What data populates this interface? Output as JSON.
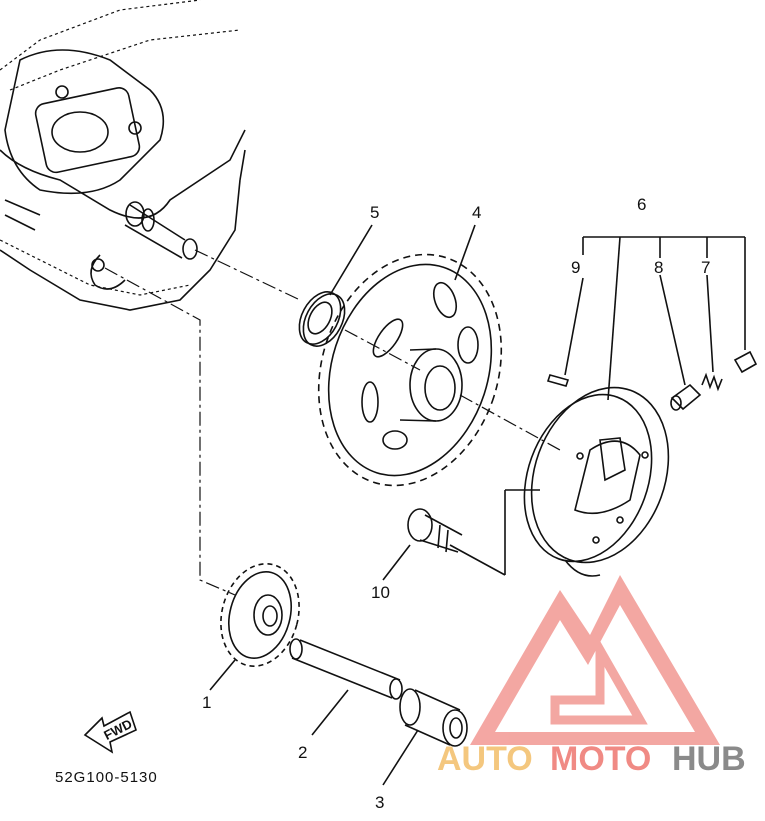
{
  "diagram": {
    "part_code": "52G100-5130",
    "direction_label": "FWD",
    "callouts": [
      {
        "id": "1",
        "text": "1"
      },
      {
        "id": "2",
        "text": "2"
      },
      {
        "id": "3",
        "text": "3"
      },
      {
        "id": "4",
        "text": "4"
      },
      {
        "id": "5",
        "text": "5"
      },
      {
        "id": "6",
        "text": "6"
      },
      {
        "id": "7",
        "text": "7"
      },
      {
        "id": "8",
        "text": "8"
      },
      {
        "id": "9",
        "text": "9"
      },
      {
        "id": "10",
        "text": "10"
      }
    ]
  },
  "watermark": {
    "part1": "AUTO",
    "part2": "MOTO",
    "part3": "HUB",
    "colors": {
      "auto": "#f4c77e",
      "moto": "#f08a84",
      "hub": "#8a8a8a",
      "logo": "#f08a84"
    }
  }
}
